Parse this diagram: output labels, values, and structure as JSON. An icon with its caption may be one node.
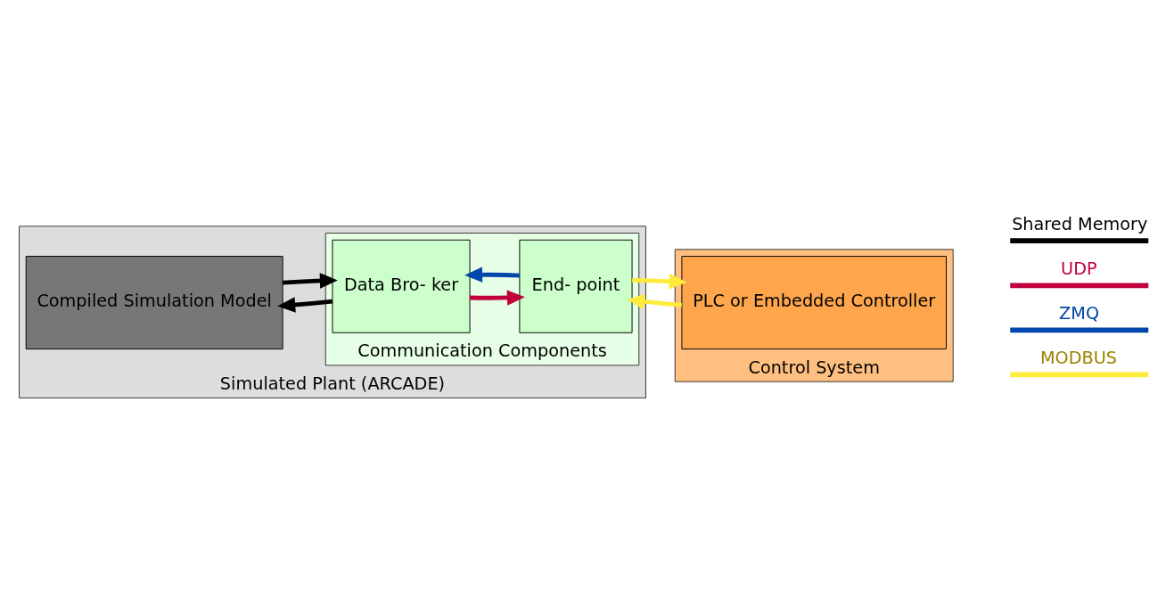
{
  "diagram": {
    "nodes": [
      {
        "text": [
          "Simulated Plant (ARCADE)"
        ]
      },
      {
        "text": [
          "Compiled Simulation Model"
        ],
        "in": 0
      },
      {
        "text": [
          "Communication Components"
        ],
        "in": 0
      },
      {
        "text": [
          "Data Bro- ker"
        ],
        "in": 2
      },
      {
        "text": [
          "End- point"
        ],
        "in": 2
      },
      {
        "text": [
          "Control System"
        ]
      },
      {
        "text": [
          "PLC or Embedded Controller"
        ],
        "in": 5
      }
    ],
    "edges": [
      {
        "from": 1,
        "to": 3,
        "arrow": "to",
        "color": "#000000"
      },
      {
        "from": 3,
        "to": 1,
        "arrow": "to",
        "color": "#000000"
      },
      {
        "from": 3,
        "to": 4,
        "arrow": "to",
        "color": "#c0003c"
      },
      {
        "from": 4,
        "to": 3,
        "arrow": "to",
        "color": "#0047ab"
      },
      {
        "from": 4,
        "to": 6,
        "arrow": "to",
        "color": "#ffeb3b"
      },
      {
        "from": 6,
        "to": 4,
        "arrow": "to",
        "color": "#ffeb3b"
      }
    ],
    "legend": [
      {
        "text": "Shared Memory"
      },
      {
        "text": "UDP"
      },
      {
        "text": "ZMQ"
      },
      {
        "text": "MODBUS"
      }
    ]
  }
}
